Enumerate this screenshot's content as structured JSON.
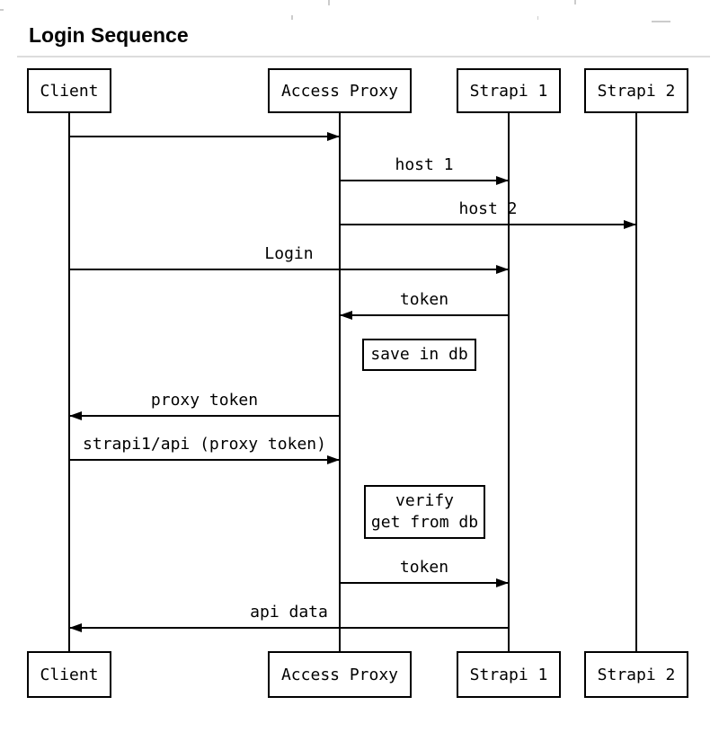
{
  "page": {
    "title": "Login Sequence"
  },
  "diagram": {
    "type": "sequence-diagram",
    "actors": [
      {
        "id": "client",
        "label": "Client"
      },
      {
        "id": "proxy",
        "label": "Access Proxy"
      },
      {
        "id": "strapi1",
        "label": "Strapi 1"
      },
      {
        "id": "strapi2",
        "label": "Strapi 2"
      }
    ],
    "messages": [
      {
        "from": "client",
        "to": "proxy",
        "label": ""
      },
      {
        "from": "proxy",
        "to": "strapi1",
        "label": "host 1"
      },
      {
        "from": "proxy",
        "to": "strapi2",
        "label": "host 2"
      },
      {
        "from": "client",
        "to": "strapi1",
        "label": "Login"
      },
      {
        "from": "strapi1",
        "to": "proxy",
        "label": "token"
      },
      {
        "from": "proxy",
        "to": "client",
        "label": "proxy token"
      },
      {
        "from": "client",
        "to": "proxy",
        "label": "strapi1/api (proxy token)"
      },
      {
        "from": "proxy",
        "to": "strapi1",
        "label": "token"
      },
      {
        "from": "strapi1",
        "to": "client",
        "label": "api data"
      }
    ],
    "notes": [
      {
        "near": "proxy",
        "lines": [
          "save in db"
        ]
      },
      {
        "near": "proxy",
        "lines": [
          "verify",
          "get from db"
        ]
      }
    ],
    "colors": {
      "line": "#000000",
      "background": "#ffffff",
      "divider": "#dcdcdc"
    }
  }
}
